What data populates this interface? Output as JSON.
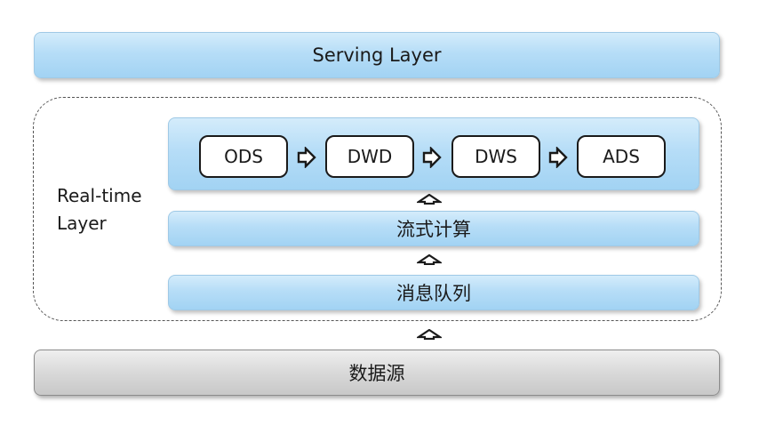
{
  "serving_layer": {
    "label": "Serving Layer"
  },
  "realtime_layer": {
    "label_line1": "Real-time",
    "label_line2": "Layer"
  },
  "pipeline": {
    "stages": [
      "ODS",
      "DWD",
      "DWS",
      "ADS"
    ]
  },
  "stream_compute": {
    "label": "流式计算"
  },
  "message_queue": {
    "label": "消息队列"
  },
  "data_source": {
    "label": "数据源"
  }
}
